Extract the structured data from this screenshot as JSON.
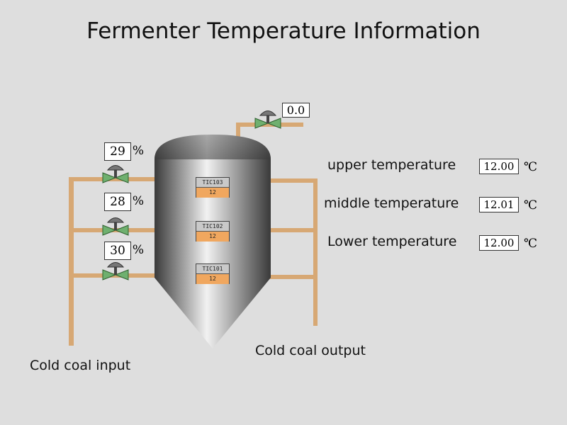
{
  "title": "Fermenter Temperature Information",
  "colors": {
    "background": "#dedede",
    "pipe": "#d7a874",
    "valve_body": "#6fb06f",
    "tic_value_bg": "#f0a75f"
  },
  "top_valve": {
    "value": "0.0",
    "icon": "valve-icon"
  },
  "input_valves": [
    {
      "value": "29",
      "unit": "%",
      "icon": "valve-icon"
    },
    {
      "value": "28",
      "unit": "%",
      "icon": "valve-icon"
    },
    {
      "value": "30",
      "unit": "%",
      "icon": "valve-icon"
    }
  ],
  "controllers": [
    {
      "tag": "TIC103",
      "value": "12"
    },
    {
      "tag": "TIC102",
      "value": "12"
    },
    {
      "tag": "TIC101",
      "value": "12"
    }
  ],
  "temperatures": [
    {
      "label": "upper temperature",
      "value": "12.00",
      "unit": "℃"
    },
    {
      "label": "middle temperature",
      "value": "12.01",
      "unit": "℃"
    },
    {
      "label": "Lower temperature",
      "value": "12.00",
      "unit": "℃"
    }
  ],
  "captions": {
    "input": "Cold coal input",
    "output": "Cold coal output"
  }
}
